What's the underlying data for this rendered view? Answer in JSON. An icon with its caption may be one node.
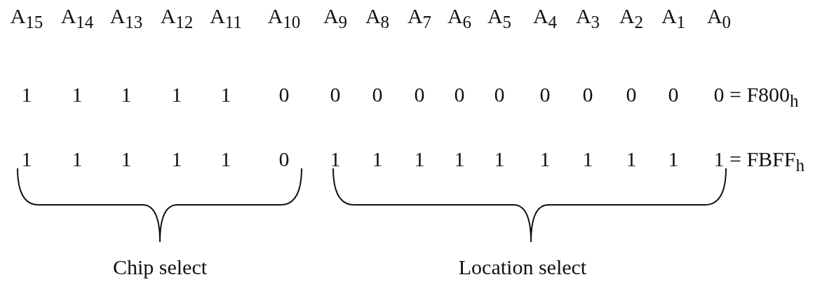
{
  "diagram": {
    "labels": [
      "A$_{15}$",
      "A$_{14}$",
      "A$_{13}$",
      "A$_{12}$",
      "A$_{11}$",
      "A$_{10}$",
      "A$_{9}$",
      "A$_{8}$",
      "A$_{7}$",
      "A$_{6}$",
      "A$_{5}$",
      "A$_{4}$",
      "A$_{3}$",
      "A$_{2}$",
      "A$_{1}$",
      "A$_{0}$",
      "1",
      "1",
      "1",
      "1",
      "1",
      "0",
      "0",
      "0",
      "0",
      "0",
      "0",
      "0",
      "0",
      "0",
      "0",
      "0",
      "= F800$_{h}$",
      "1",
      "1",
      "1",
      "1",
      "1",
      "0",
      "1",
      "1",
      "1",
      "1",
      "1",
      "1",
      "1",
      "1",
      "1",
      "1",
      "= FBFF$_{h}$",
      "Chip select",
      "Location select"
    ]
  }
}
